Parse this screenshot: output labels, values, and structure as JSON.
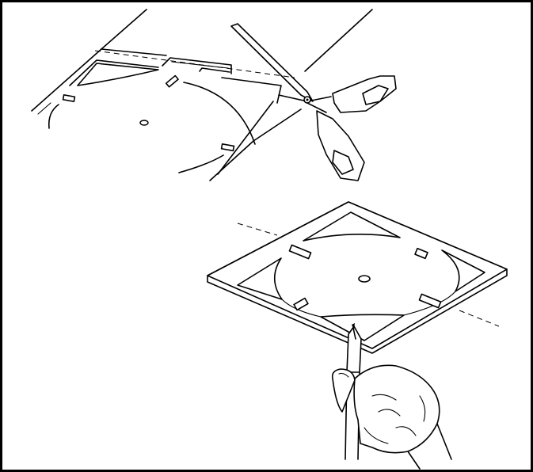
{
  "figure": {
    "border_color": "#000000",
    "background": "#ffffff",
    "icons": [
      "template-sheet",
      "scissors",
      "cut-out-template",
      "pencil",
      "hand"
    ]
  }
}
